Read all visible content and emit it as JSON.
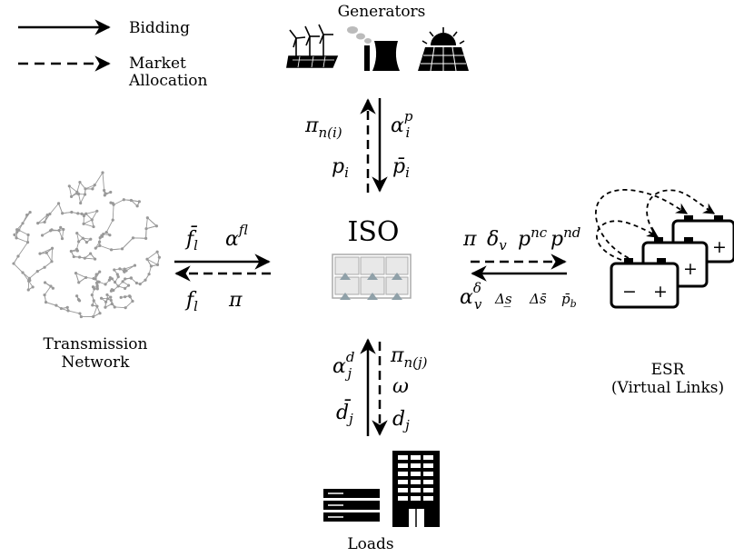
{
  "legend": {
    "bidding": "Bidding",
    "market_allocation_line1": "Market",
    "market_allocation_line2": "Allocation"
  },
  "nodes": {
    "generators": "Generators",
    "iso": "ISO",
    "transmission_line1": "Transmission",
    "transmission_line2": "Network",
    "esr_line1": "ESR",
    "esr_line2": "(Virtual Links)",
    "loads": "Loads"
  },
  "generator_link": {
    "allocation_top": "π",
    "allocation_top_sub": "n(i)",
    "allocation_bottom": "p",
    "allocation_bottom_sub": "i",
    "bid_top": "α",
    "bid_top_sup": "p",
    "bid_top_sub": "i",
    "bid_bottom": "p̄",
    "bid_bottom_sub": "i"
  },
  "network_link": {
    "bid_1": "f̄",
    "bid_1_sub": "l",
    "bid_2": "α",
    "bid_2_sup": "f",
    "bid_2_sub": "l",
    "alloc_1": "f",
    "alloc_1_sub": "l",
    "alloc_2": "π"
  },
  "esr_link": {
    "alloc_1": "π",
    "alloc_2": "δ",
    "alloc_2_sub": "v",
    "alloc_3": "p",
    "alloc_3_sup": "nc",
    "alloc_4": "p",
    "alloc_4_sup": "nd",
    "bid_1": "α",
    "bid_1_sup": "δ",
    "bid_1_sub": "v",
    "bid_2": "Δs̲",
    "bid_3": "Δs̄",
    "bid_4": "p̄",
    "bid_4_sub": "b"
  },
  "load_link": {
    "bid_top": "α",
    "bid_top_sup": "d",
    "bid_top_sub": "j",
    "bid_bottom": "d̄",
    "bid_bottom_sub": "j",
    "alloc_top": "π",
    "alloc_top_sub": "n(j)",
    "alloc_mid": "ω",
    "alloc_bottom": "d",
    "alloc_bottom_sub": "j"
  },
  "battery": {
    "minus": "−",
    "plus": "+"
  }
}
